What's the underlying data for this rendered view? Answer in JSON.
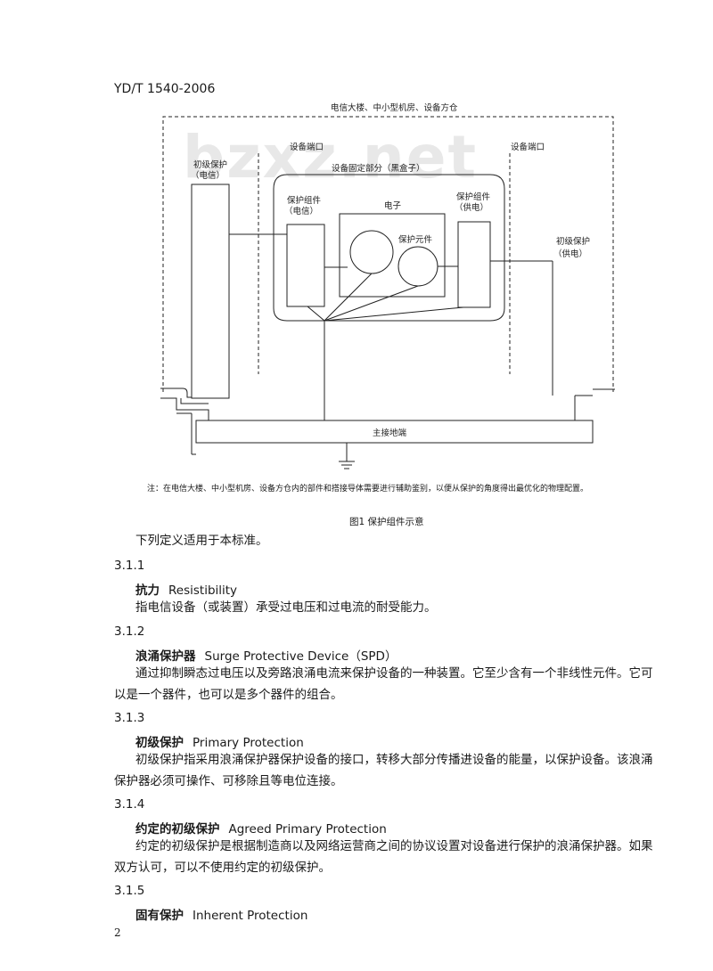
{
  "header": {
    "code": "YD/T 1540-2006"
  },
  "watermark": {
    "text": "bzxz.net"
  },
  "figure": {
    "building_label": "电信大楼、中小型机房、设备方仓",
    "port_left": "设备端口",
    "port_right": "设备端口",
    "fixed_part": "设备固定部分（黑盒子）",
    "primary_left_1": "初级保护",
    "primary_left_2": "（电信）",
    "assembly_left_1": "保护组件",
    "assembly_left_2": "（电信）",
    "electronics": "电子",
    "element": "保护元件",
    "assembly_right_1": "保护组件",
    "assembly_right_2": "（供电）",
    "primary_right_1": "初级保护",
    "primary_right_2": "（供电）",
    "ground_bar": "主接地端",
    "note": "注：在电信大楼、中小型机房、设备方仓内的部件和搭接导体需要进行辅助鉴别，以便从保护的角度得出最优化的物理配置。",
    "caption": "图1  保护组件示意"
  },
  "content": {
    "intro": "下列定义适用于本标准。",
    "s1_num": "3.1.1",
    "s1_term_cn": "抗力",
    "s1_term_en": "Resistibility",
    "s1_def": "指电信设备（或装置）承受过电压和过电流的耐受能力。",
    "s2_num": "3.1.2",
    "s2_term_cn": "浪涌保护器",
    "s2_term_en": "Surge Protective Device（SPD）",
    "s2_def_1": "通过抑制瞬态过电压以及旁路浪涌电流来保护设备的一种装置。它至少含有一个非线性元件。它可",
    "s2_def_2": "以是一个器件，也可以是多个器件的组合。",
    "s3_num": "3.1.3",
    "s3_term_cn": "初级保护",
    "s3_term_en": "Primary Protection",
    "s3_def_1": "初级保护指采用浪涌保护器保护设备的接口，转移大部分传播进设备的能量，以保护设备。该浪涌",
    "s3_def_2": "保护器必须可操作、可移除且等电位连接。",
    "s4_num": "3.1.4",
    "s4_term_cn": "约定的初级保护",
    "s4_term_en": "Agreed Primary Protection",
    "s4_def_1": "约定的初级保护是根据制造商以及网络运营商之间的协议设置对设备进行保护的浪涌保护器。如果",
    "s4_def_2": "双方认可，可以不使用约定的初级保护。",
    "s5_num": "3.1.5",
    "s5_term_cn": "固有保护",
    "s5_term_en": "Inherent Protection"
  },
  "footer": {
    "page": "2"
  }
}
